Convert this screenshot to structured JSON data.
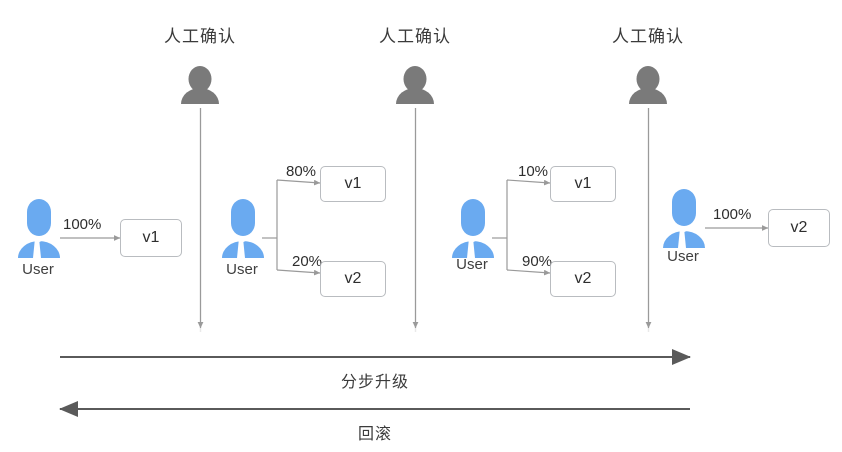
{
  "diagram": {
    "title_gates": [
      "人工确认",
      "人工确认",
      "人工确认"
    ],
    "gate_icon": "person-gray-icon",
    "user_icon": "user-blue-icon",
    "colors": {
      "gate_gray": "#7a7a7a",
      "user_blue": "#6aaaf0",
      "line_gray": "#9a9a9a",
      "box_border": "#b9bcc0",
      "text": "#2e2e2e",
      "divider": "#e2e2e2",
      "arrow": "#5a5a5a"
    },
    "stages": [
      {
        "user_label": "User",
        "branches": [
          {
            "percent": "100%",
            "version": "v1"
          }
        ]
      },
      {
        "user_label": "User",
        "branches": [
          {
            "percent": "80%",
            "version": "v1"
          },
          {
            "percent": "20%",
            "version": "v2"
          }
        ]
      },
      {
        "user_label": "User",
        "branches": [
          {
            "percent": "10%",
            "version": "v1"
          },
          {
            "percent": "90%",
            "version": "v2"
          }
        ]
      },
      {
        "user_label": "User",
        "branches": [
          {
            "percent": "100%",
            "version": "v2"
          }
        ]
      }
    ],
    "flow_arrows": [
      {
        "label": "分步升级",
        "direction": "right"
      },
      {
        "label": "回滚",
        "direction": "left"
      }
    ]
  }
}
